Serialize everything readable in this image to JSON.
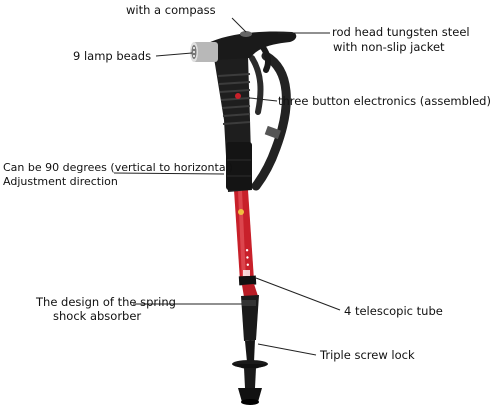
{
  "labels": {
    "compass": "with a compass",
    "tungsten_line1": "rod head tungsten steel",
    "tungsten_line2": "with non-slip jacket",
    "lamp": "9 lamp beads",
    "button": "three button electronics (assembled)",
    "adjust_line1": "Can be 90 degrees (vertical to horizontal)",
    "adjust_line2": "Adjustment direction",
    "spring_line1": "The design of the spring",
    "spring_line2": "shock absorber",
    "telescopic": "4 telescopic tube",
    "screw": "Triple screw lock"
  },
  "colors": {
    "background": "#ffffff",
    "handle": "#1a1a1a",
    "shaft": "#c8202a",
    "leader": "#222222"
  }
}
